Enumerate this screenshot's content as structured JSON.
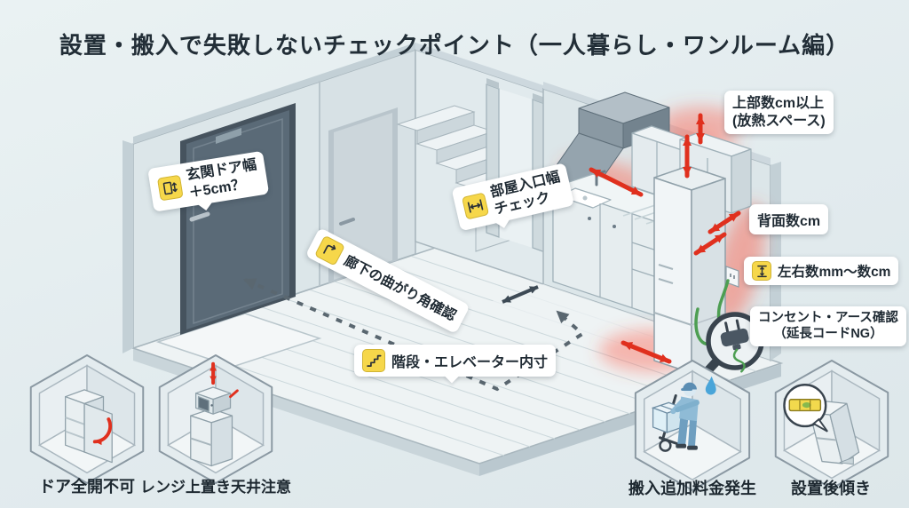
{
  "title": "設置・搬入で失敗しないチェックポイント（一人暮らし・ワンルーム編）",
  "callouts": {
    "entrance_door": {
      "line1": "玄関ドア幅",
      "line2": "＋5cm？",
      "icon": "door-width-icon"
    },
    "hallway_corner": {
      "text": "廊下の曲がり角確認",
      "icon": "corner-turn-icon"
    },
    "room_entrance": {
      "line1": "部屋入口幅",
      "line2": "チェック",
      "icon": "width-measure-icon"
    },
    "top_clearance": {
      "line1": "上部数cm以上",
      "line2": "(放熱スペース)"
    },
    "back_clearance": {
      "text": "背面数cm"
    },
    "side_clearance": {
      "text": "左右数mm〜数cm",
      "icon": "up-down-arrow-icon"
    },
    "outlet_check": {
      "line1": "コンセント・アース確認",
      "line2": "（延長コードNG）",
      "icon": "magnifier-plug-icon"
    },
    "stairs_elevator": {
      "text": "階段・エレベーター内寸",
      "icon": "stairs-icon"
    }
  },
  "badges": [
    {
      "caption": "ドア全開不可",
      "illustration": "fridge-door-open"
    },
    {
      "caption": "レンジ上置き天井注意",
      "illustration": "microwave-on-fridge"
    },
    {
      "caption": "搬入追加料金発生",
      "illustration": "mover-with-handtruck"
    },
    {
      "caption": "設置後傾き",
      "illustration": "tilted-fridge-level"
    }
  ],
  "colors": {
    "accent_red": "#e0301e",
    "label_yellow": "#f6d74a",
    "ink": "#1f2a33",
    "background": "#e4edef",
    "cord_green": "#4d9e52",
    "worker_blue": "#8fbbd6"
  }
}
